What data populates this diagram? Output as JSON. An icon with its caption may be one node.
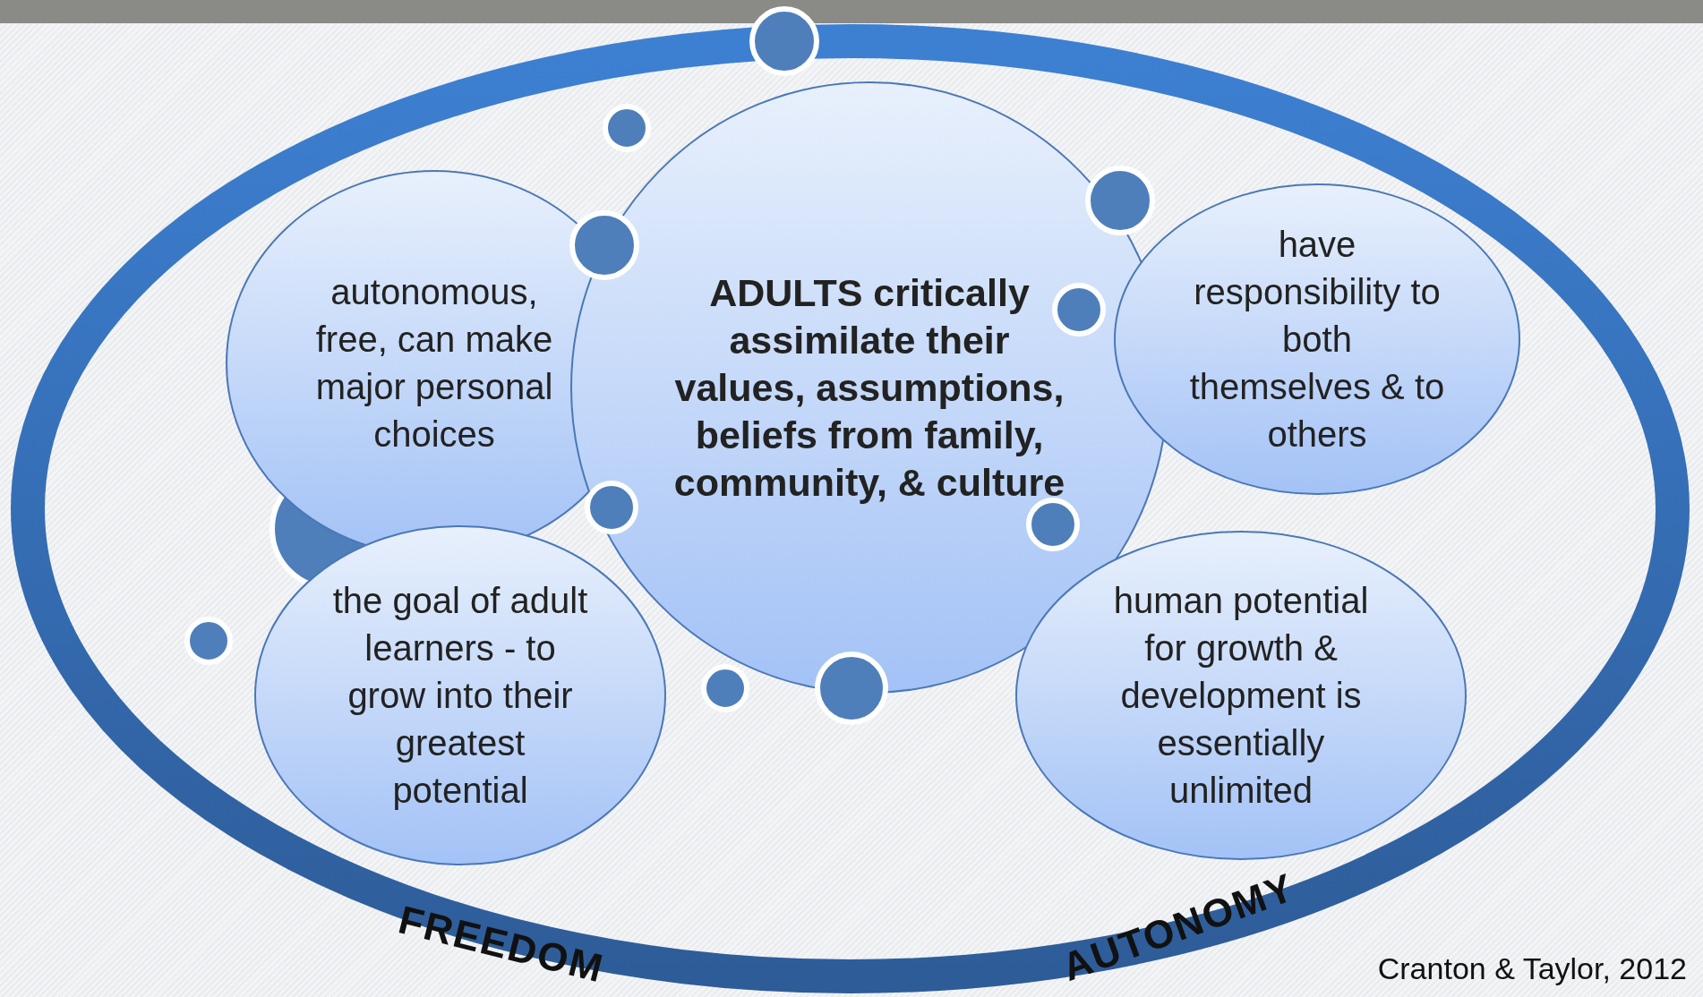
{
  "diagram": {
    "nodes": [
      {
        "text": [
          "FREEDOM",
          "AUTONOMY"
        ]
      },
      {
        "text": [
          "autonomous, free, can make major personal choices"
        ],
        "in": 0
      },
      {
        "text": [
          "ADULTS critically assimilate their values, assumptions, beliefs from family, community, & culture"
        ],
        "in": 0
      },
      {
        "text": [
          "have responsibility to both themselves & to others"
        ],
        "in": 0
      },
      {
        "text": [
          "the goal of adult learners - to grow into their greatest potential"
        ],
        "in": 0
      },
      {
        "text": [
          "human potential for growth & development is essentially unlimited"
        ],
        "in": 0
      }
    ],
    "edges": [],
    "labels": [
      "Cranton & Taylor, 2012"
    ]
  }
}
